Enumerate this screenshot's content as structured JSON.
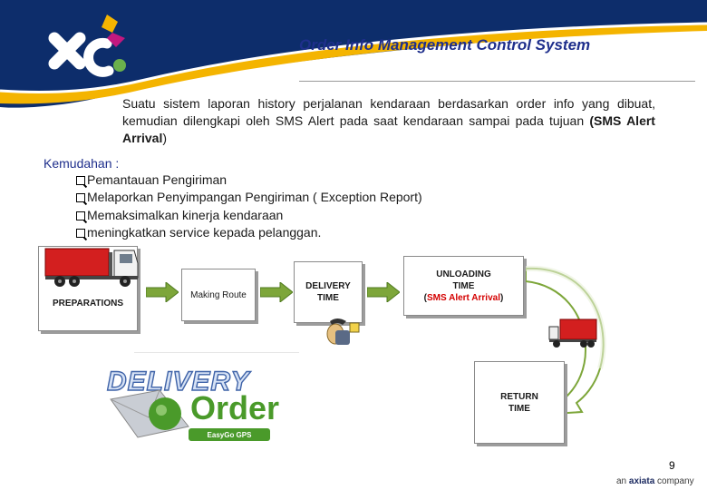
{
  "slide": {
    "title": "Order Info Management Control System",
    "intro_part1": "Suatu  sistem laporan history perjalanan kendaraan berdasarkan order info yang dibuat, kemudian dilengkapi oleh SMS Alert pada saat kendaraan sampai pada tujuan ",
    "intro_bold": "(SMS Alert Arrival",
    "intro_end": ")",
    "page_number": "9"
  },
  "benefits": {
    "heading": "Kemudahan :",
    "items": [
      "Pemantauan Pengiriman",
      "Melaporkan Penyimpangan Pengiriman ( Exception Report)",
      "Memaksimalkan kinerja kendaraan",
      "meningkatkan service kepada pelanggan."
    ]
  },
  "flow": {
    "preparations": "PREPARATIONS",
    "making_route": "Making Route",
    "delivery_line1": "DELIVERY",
    "delivery_line2": "TIME",
    "unloading_line1": "UNLOADING",
    "unloading_line2": "TIME",
    "unloading_open": "(",
    "unloading_red": "SMS Alert Arrival",
    "unloading_close": ")",
    "return_line1": "RETURN",
    "return_line2": "TIME"
  },
  "logo_delivery_order": {
    "word1": "DELIVERY",
    "word2": "Order",
    "badge": "EasyGo GPS"
  },
  "footer": {
    "prefix": "an ",
    "brand": "axiata",
    "suffix": " company"
  },
  "colors": {
    "title_blue": "#1f2f8c",
    "band_navy": "#0d2d6b",
    "band_yellow": "#f4b400",
    "truck_red": "#d31f1f",
    "arrow_green": "#7da63a",
    "alert_red": "#d40000"
  }
}
